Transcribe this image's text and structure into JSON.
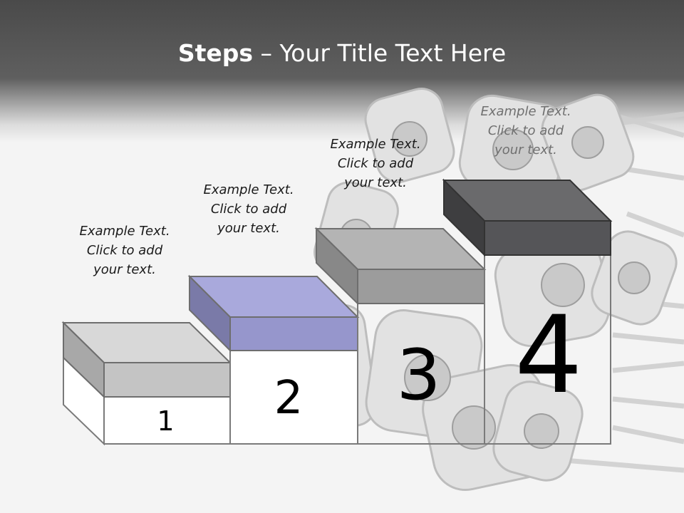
{
  "title": {
    "bold": "Steps",
    "rest": " – Your Title Text Here"
  },
  "steps": [
    {
      "number": "1",
      "caption": "Example Text.\nClick  to add\nyour text.",
      "color": "#d4d4d4"
    },
    {
      "number": "2",
      "caption": "Example Text.\nClick  to add\nyour text.",
      "color": "#9a9ad0"
    },
    {
      "number": "3",
      "caption": "Example Text.\nClick  to add\nyour text.",
      "color": "#a0a0a0"
    },
    {
      "number": "4",
      "caption": "Example Text.\nClick  to add\nyour text.",
      "color": "#555558"
    }
  ],
  "colors": {
    "header": "#4a4a4a",
    "background": "#f4f4f4",
    "outline": "#7a7a7a"
  }
}
